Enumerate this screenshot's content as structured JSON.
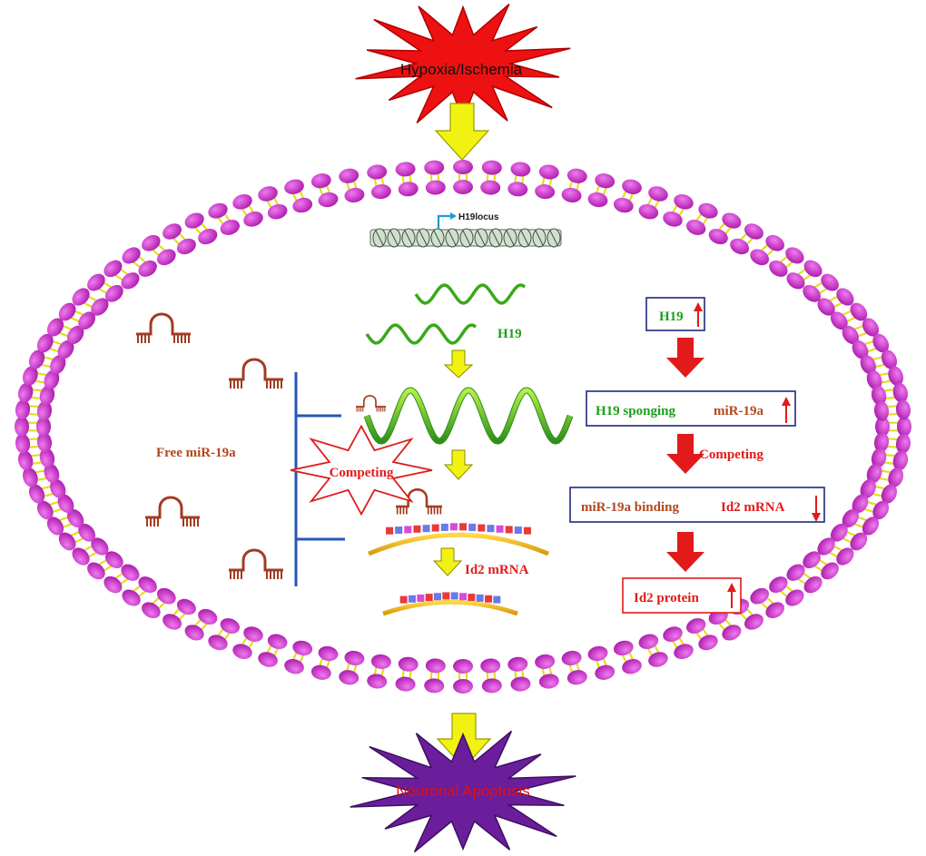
{
  "diagram": {
    "trigger": "Hypoxia/Ischemia",
    "outcome": "Neuronal Apoptosis",
    "locus_label": "H19locus",
    "h19_label": "H19",
    "free_mir_label": "Free miR-19a",
    "competing_label": "Competing",
    "id2_mrna_label": "Id2 mRNA"
  },
  "pathway": {
    "step1": "H19",
    "step2_part1": "H19 sponging",
    "step2_part2": "miR-19a",
    "competing": "Competing",
    "step3_part1": "miR-19a binding",
    "step3_part2": "Id2 mRNA",
    "step4": "Id2 protein"
  },
  "colors": {
    "lipid_head": "#cc33cc",
    "lipid_tail": "#e6dc1e",
    "trigger_fill": "#ee1111",
    "outcome_fill": "#6a1e9c",
    "flow_arrow": "#f2f212",
    "pathway_arrow": "#e21a1a",
    "h19_green": "#1aa01a",
    "mirna_brown": "#a03c22",
    "mrna_red": "#e21a1a",
    "binder_blue": "#2756b8"
  }
}
